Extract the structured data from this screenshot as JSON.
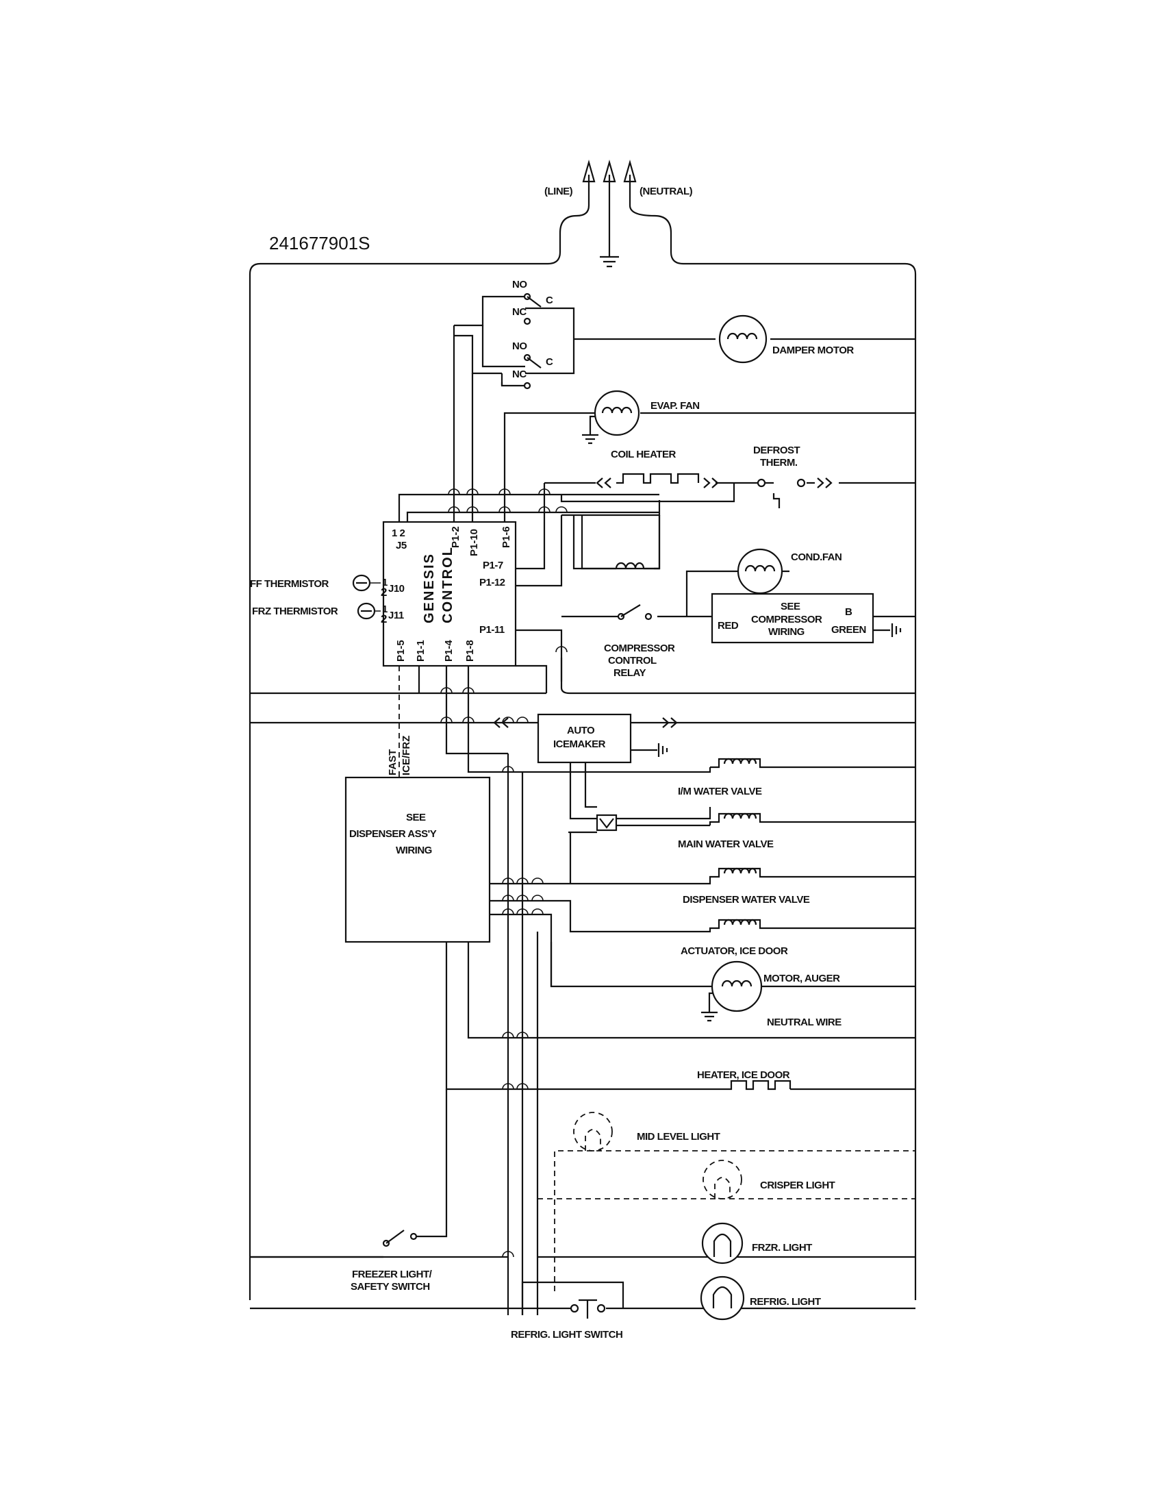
{
  "part_number": "241677901S",
  "supply": {
    "line": "(LINE)",
    "neutral": "(NEUTRAL)"
  },
  "control": {
    "name_line1": "GENESIS",
    "name_line2": "CONTROL",
    "j5_pins": "1  2",
    "j5": "J5",
    "j10": "J10",
    "j11": "J11",
    "j10_pins": [
      "1",
      "2"
    ],
    "j11_pins": [
      "1",
      "2"
    ],
    "top_pins": [
      "P1-2",
      "P1-10",
      "P1-6"
    ],
    "side_pins": [
      "P1-7",
      "P1-12",
      "P1-11"
    ],
    "bottom_pins": [
      "P1-5",
      "P1-1",
      "P1-4",
      "P1-8"
    ]
  },
  "thermistors": {
    "ff": "FF THERMISTOR",
    "frz": "FRZ THERMISTOR"
  },
  "relay_contacts": {
    "no": "NO",
    "nc": "NC",
    "c": "C"
  },
  "components": {
    "damper_motor": "DAMPER MOTOR",
    "evap_fan": "EVAP. FAN",
    "coil_heater": "COIL HEATER",
    "defrost_therm": [
      "DEFROST",
      "THERM."
    ],
    "cond_fan": "COND.FAN",
    "compressor_box": [
      "SEE",
      "COMPRESSOR",
      "WIRING"
    ],
    "compressor_red": "RED",
    "compressor_b": "B",
    "compressor_green": "GREEN",
    "compressor_relay": [
      "COMPRESSOR",
      "CONTROL",
      "RELAY"
    ],
    "auto_icemaker": [
      "AUTO",
      "ICEMAKER"
    ],
    "fast_ice": [
      "FAST",
      "ICE/FRZ"
    ],
    "dispenser_box": [
      "SEE",
      "DISPENSER ASS'Y",
      "WIRING"
    ],
    "im_water_valve": "I/M WATER VALVE",
    "main_water_valve": "MAIN WATER VALVE",
    "dispenser_water_valve": "DISPENSER WATER VALVE",
    "actuator_ice_door": "ACTUATOR, ICE DOOR",
    "motor_auger": "MOTOR, AUGER",
    "neutral_wire": "NEUTRAL WIRE",
    "heater_ice_door": "HEATER, ICE DOOR",
    "mid_level_light": "MID LEVEL LIGHT",
    "crisper_light": "CRISPER LIGHT",
    "frzr_light": "FRZR. LIGHT",
    "refrig_light": "REFRIG. LIGHT",
    "freezer_switch": [
      "FREEZER LIGHT/",
      "SAFETY SWITCH"
    ],
    "refrig_light_switch": "REFRIG. LIGHT SWITCH"
  }
}
